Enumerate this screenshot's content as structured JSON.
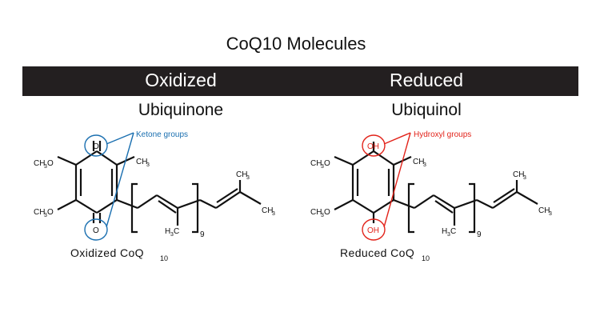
{
  "title": "CoQ10 Molecules",
  "colors": {
    "bar": "#231f20",
    "ketone": "#1a6fb0",
    "hydroxyl": "#e2231a",
    "bond": "#111111"
  },
  "left": {
    "header": "Oxidized",
    "name": "Ubiquinone",
    "annotation": "Ketone groups",
    "atom_top": "O",
    "atom_bottom": "O",
    "caption": "Oxidized CoQ",
    "caption_sub": "10"
  },
  "right": {
    "header": "Reduced",
    "name": "Ubiquinol",
    "annotation": "Hydroxyl groups",
    "atom_top": "OH",
    "atom_bottom": "OH",
    "caption": "Reduced CoQ",
    "caption_sub": "10"
  },
  "labels": {
    "ch3o": "CH",
    "ch3o_tail": "O",
    "ch3": "CH",
    "h3c_h": "H",
    "h3c_c": "C",
    "three": "3",
    "repeat": "9"
  }
}
